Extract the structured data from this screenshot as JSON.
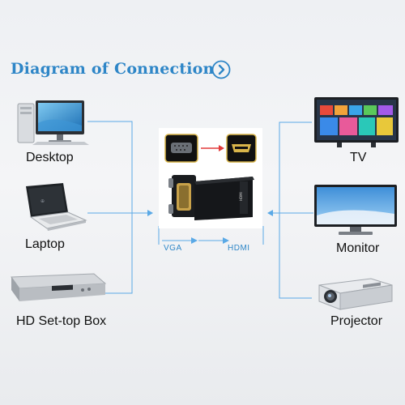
{
  "title": "Diagram of Connection",
  "sources": [
    {
      "label": "Desktop",
      "icon": "desktop-icon"
    },
    {
      "label": "Laptop",
      "icon": "laptop-icon"
    },
    {
      "label": "HD Set-top Box",
      "icon": "set-top-box-icon"
    }
  ],
  "targets": [
    {
      "label": "TV",
      "icon": "tv-icon"
    },
    {
      "label": "Monitor",
      "icon": "monitor-icon"
    },
    {
      "label": "Projector",
      "icon": "projector-icon"
    }
  ],
  "adapter": {
    "input_label": "VGA",
    "output_label": "HDMI",
    "icon": "vga-to-hdmi-adapter-icon"
  },
  "colors": {
    "accent": "#2e86c7",
    "wire": "#5aa9e6"
  }
}
